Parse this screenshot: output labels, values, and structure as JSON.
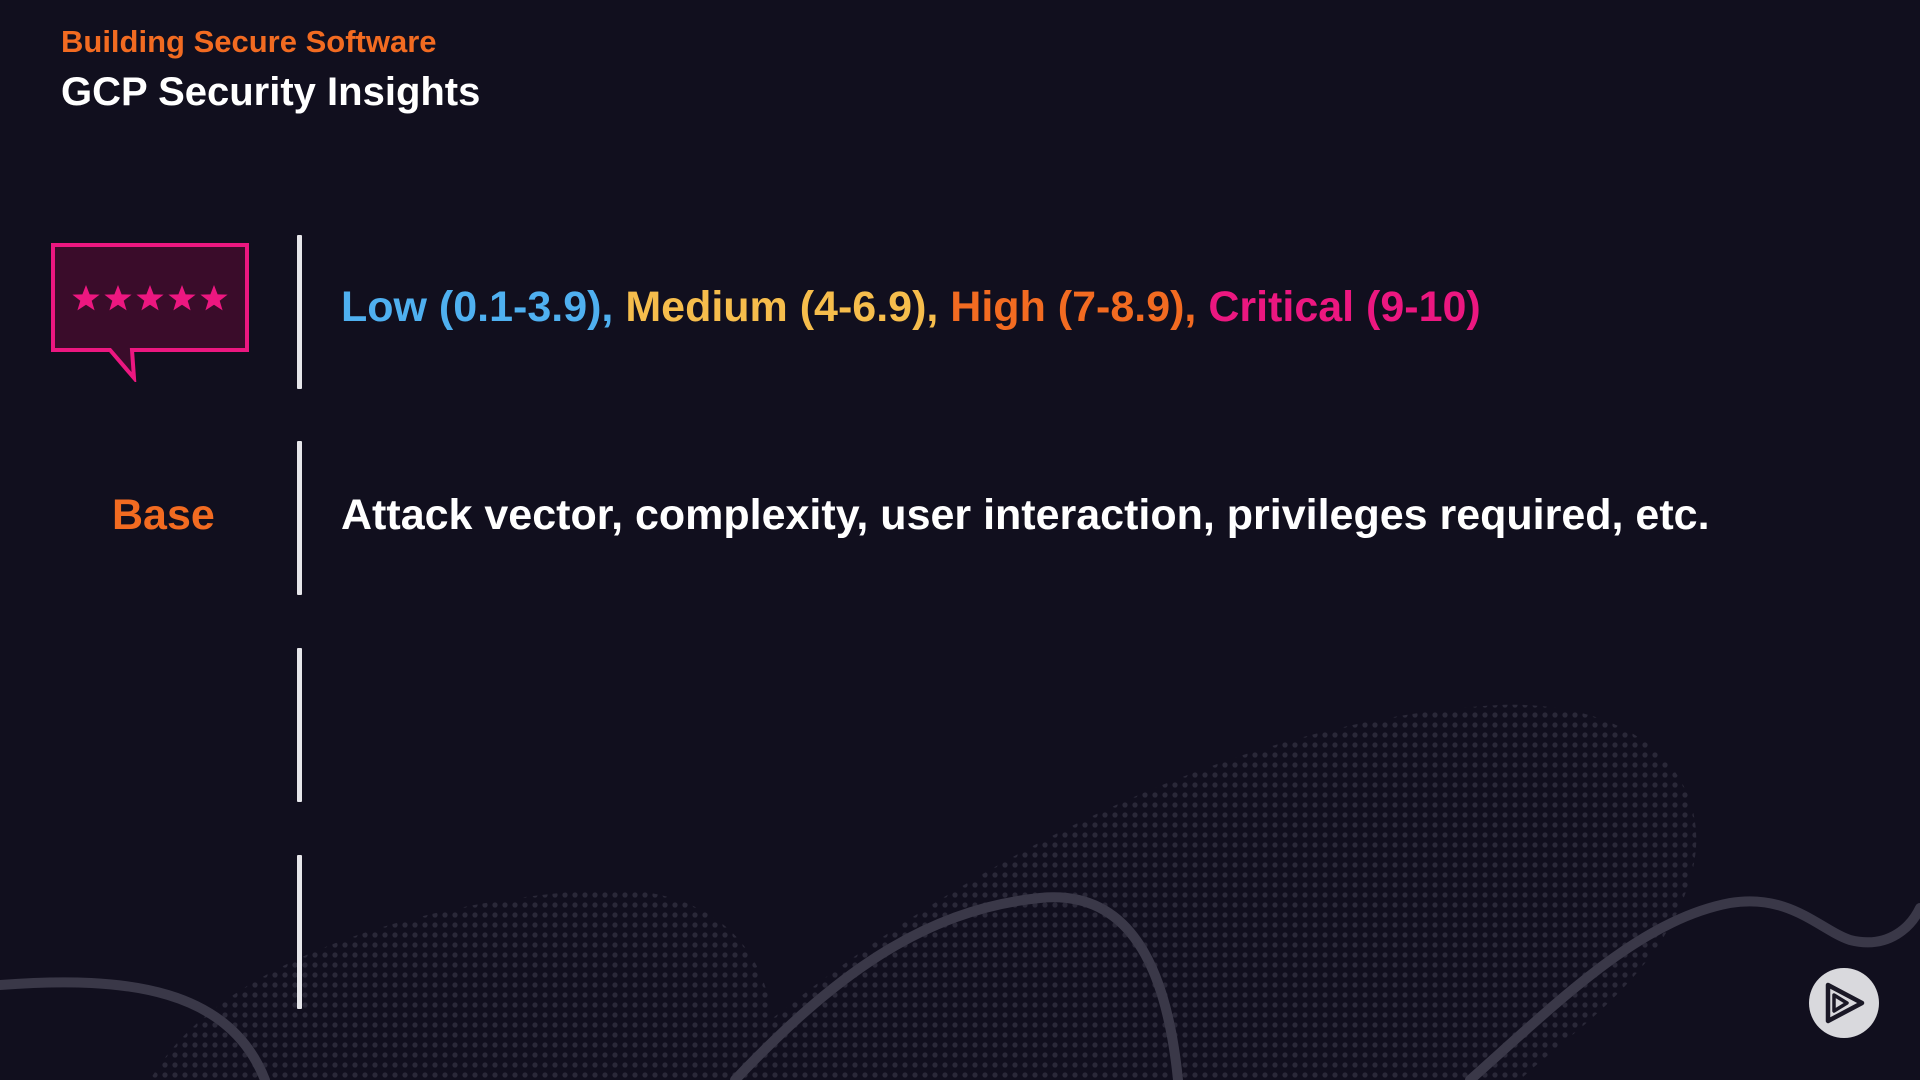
{
  "header": {
    "course_title": "Building Secure Software",
    "module_title": "GCP Security Insights"
  },
  "severity_scale": {
    "low": "Low (0.1-3.9),",
    "medium": "Medium (4-6.9),",
    "high": "High (7-8.9),",
    "critical": "Critical (9-10)"
  },
  "base_row": {
    "label": "Base",
    "description": "Attack vector, complexity, user interaction, privileges required, etc."
  },
  "icons": {
    "rating": "star-rating-speech-bubble-icon",
    "stars_count": 5,
    "player": "play-logo-icon"
  },
  "colors": {
    "background": "#110f1e",
    "accent_orange": "#f26b21",
    "low_blue": "#4fb0f0",
    "medium_yellow": "#f6bd4c",
    "critical_pink": "#ec1780"
  }
}
